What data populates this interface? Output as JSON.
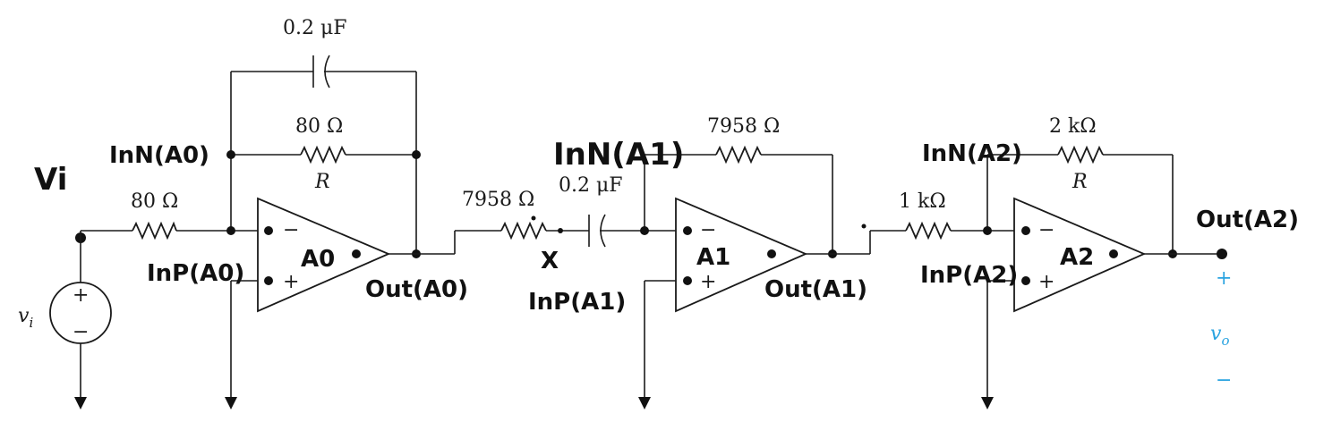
{
  "components": {
    "c_feedback_a0": "0.2 μF",
    "r_feedback_a0": "80 Ω",
    "r_feedback_a0_symbol": "R",
    "r_input_a0": "80 Ω",
    "r_series_mid": "7958 Ω",
    "c_series_mid": "0.2 μF",
    "r_feedback_a1": "7958 Ω",
    "r_input_a2": "1 kΩ",
    "r_feedback_a2": "2 kΩ",
    "r_feedback_a2_symbol": "R"
  },
  "source": {
    "label": "v",
    "subscript": "i",
    "plus": "+",
    "minus": "−"
  },
  "opamp_pins": {
    "minus": "−",
    "plus": "+"
  },
  "output": {
    "label": "v",
    "subscript": "o",
    "plus": "+",
    "minus": "−",
    "color": "#29a3e0"
  },
  "annotations": {
    "vi": "Vi",
    "innn_a0": "InN(A0)",
    "inp_a0": "InP(A0)",
    "out_a0": "Out(A0)",
    "amp_a0": "A0",
    "innn_a1": "InN(A1)",
    "inp_a1": "InP(A1)",
    "out_a1": "Out(A1)",
    "amp_a1": "A1",
    "cross": "X",
    "innn_a2": "InN(A2)",
    "inp_a2": "InP(A2)",
    "out_a2": "Out(A2)",
    "amp_a2": "A2"
  }
}
